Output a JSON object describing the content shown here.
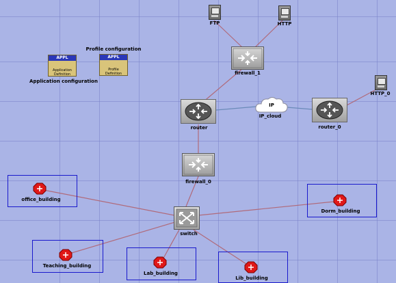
{
  "colors": {
    "background": "#aab4e6",
    "link": "#b06a7a",
    "link_cloud": "#6a8ab8",
    "subnet_border": "#1818cc",
    "lan_red": "#e01818"
  },
  "config": {
    "application": {
      "badge": "APPL",
      "sublabel": "Application Definition",
      "label": "Application configuration"
    },
    "profile": {
      "badge": "APPL",
      "sublabel": "Profile Definition",
      "label": "Profile configuration"
    }
  },
  "nodes": {
    "ftp": {
      "label": "FTP",
      "icon": "server-icon"
    },
    "http": {
      "label": "HTTP",
      "icon": "server-icon"
    },
    "http_0": {
      "label": "HTTP_0",
      "icon": "server-icon"
    },
    "firewall_1": {
      "label": "firewall_1",
      "icon": "firewall-icon"
    },
    "router": {
      "label": "router",
      "icon": "router-icon"
    },
    "ip_cloud": {
      "label": "IP_cloud",
      "cloud_text": "IP",
      "icon": "cloud-icon"
    },
    "router_0": {
      "label": "router_0",
      "icon": "router-icon"
    },
    "firewall_0": {
      "label": "firewall_0",
      "icon": "firewall-icon"
    },
    "switch": {
      "label": "switch",
      "icon": "switch-icon"
    }
  },
  "subnets": [
    {
      "label": "office_building"
    },
    {
      "label": "Dorm_building"
    },
    {
      "label": "Teaching_building"
    },
    {
      "label": "Lab_building"
    },
    {
      "label": "Lib_building"
    }
  ]
}
